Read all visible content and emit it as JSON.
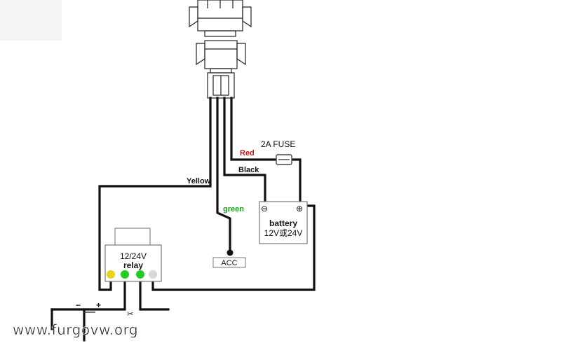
{
  "wire_labels": {
    "yellow": "Yellow",
    "green": "green",
    "red": "Red",
    "black": "Black"
  },
  "fuse": {
    "label": "2A  FUSE"
  },
  "battery": {
    "title": "battery",
    "voltage": "12V或24V",
    "minus": "⊖",
    "plus": "⊕"
  },
  "relay": {
    "voltage": "12/24V",
    "title": "relay"
  },
  "acc": {
    "label": "ACC"
  },
  "output": {
    "minus": "−",
    "plus": "+"
  },
  "watermark": "www.furgovw.org",
  "colors": {
    "red_label": "#cc1111",
    "green_label": "#11a611",
    "yellow_dot": "#e8d21a",
    "green_dot": "#22cc22",
    "gray_dot": "#d8d8d8"
  }
}
